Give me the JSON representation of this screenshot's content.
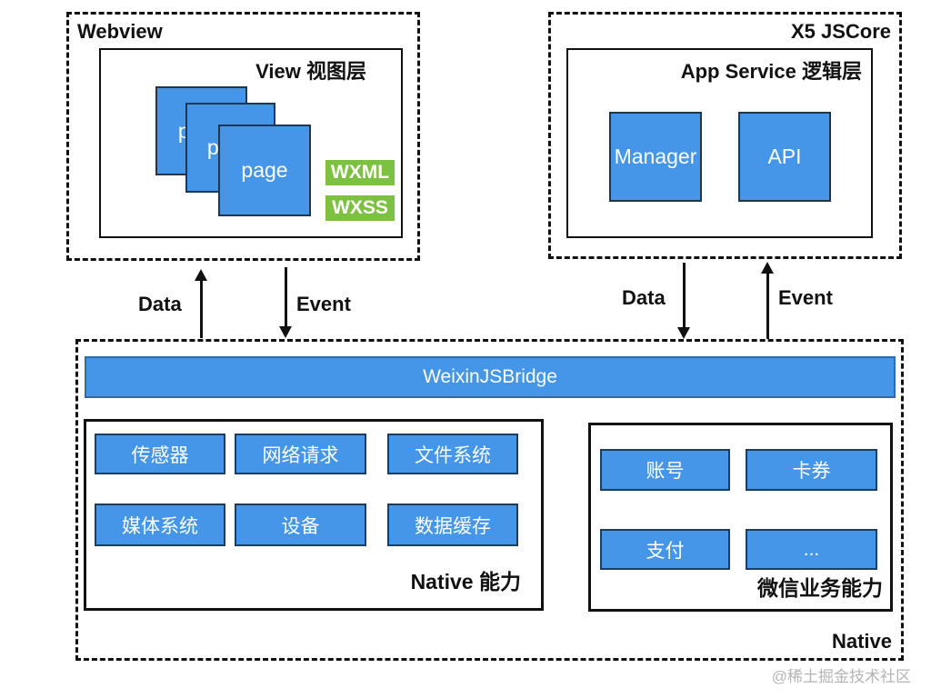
{
  "webview": {
    "label": "Webview",
    "view": {
      "title": "View 视图层",
      "page_label": "page",
      "badges": [
        "WXML",
        "WXSS"
      ]
    }
  },
  "jscore": {
    "label": "X5 JSCore",
    "app_service": {
      "title": "App Service 逻辑层",
      "manager": "Manager",
      "api": "API"
    }
  },
  "arrows": {
    "left": {
      "data": "Data",
      "event": "Event"
    },
    "right": {
      "data": "Data",
      "event": "Event"
    }
  },
  "native": {
    "label": "Native",
    "bridge": "WeixinJSBridge",
    "capabilities": {
      "title": "Native 能力",
      "items": [
        "传感器",
        "网络请求",
        "文件系统",
        "媒体系统",
        "设备",
        "数据缓存"
      ]
    },
    "wechat": {
      "title": "微信业务能力",
      "items": [
        "账号",
        "卡券",
        "支付",
        "..."
      ]
    }
  },
  "watermark": "@稀土掘金技术社区",
  "colors": {
    "blue": "#4596e9",
    "green": "#7cc142",
    "line": "#111111"
  }
}
